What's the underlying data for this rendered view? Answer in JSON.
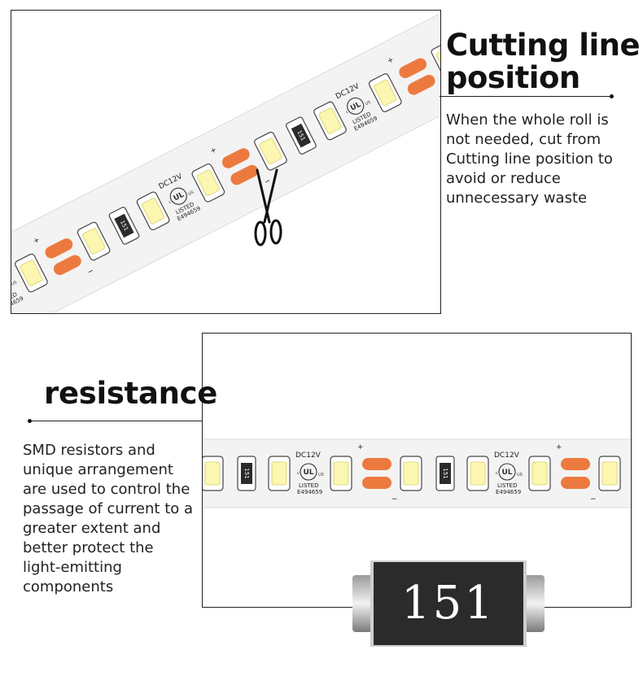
{
  "cutting_section": {
    "title_lines": [
      "Cutting line",
      "position"
    ],
    "description_lines": [
      "When the whole roll is",
      "not needed, cut from",
      "Cutting line position to",
      "avoid or reduce",
      "unnecessary waste"
    ]
  },
  "resistance_section": {
    "title": "resistance",
    "description_lines": [
      "SMD resistors and",
      "unique arrangement",
      "are used to control the",
      "passage of current to a",
      "greater extent and",
      "better protect the",
      "light-emitting",
      "components"
    ],
    "resistor_code": "151"
  },
  "strip_print": {
    "voltage": "DC12V",
    "listed": "LISTED",
    "file_number": "E494659",
    "resistor_code": "151",
    "plus": "+",
    "minus": "−"
  },
  "colors": {
    "strip_pcb": "#f3f3f3",
    "copper_pad": "#ec7a3e",
    "led_emitter": "#fbf6b0",
    "resistor_body": "#2b2b2b",
    "frame_border": "#222222"
  },
  "icons": [
    "scissors-icon",
    "ul-listed-icon"
  ]
}
